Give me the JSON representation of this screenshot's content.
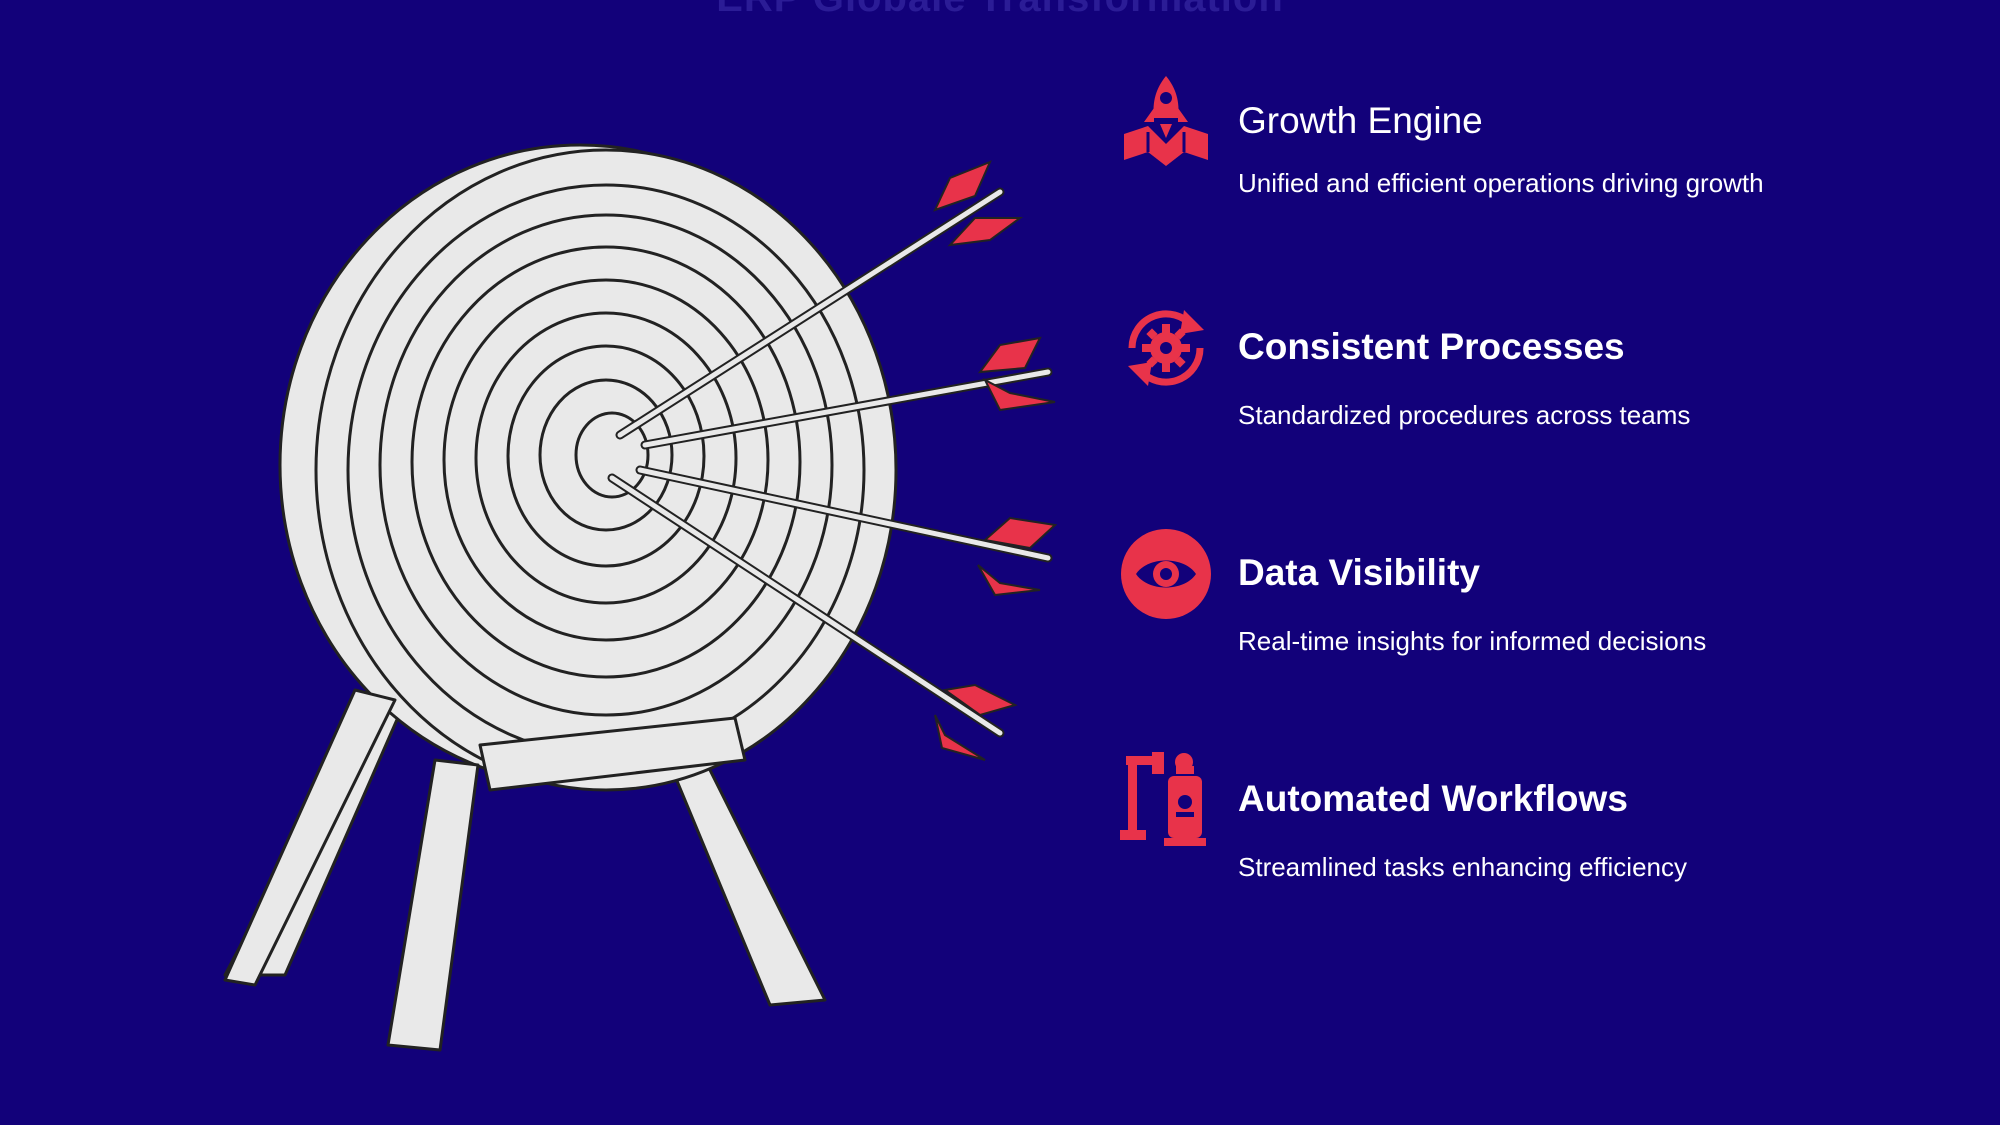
{
  "title": "ERP Globale Transformation",
  "colors": {
    "background": "#12017a",
    "accent": "#e8334a",
    "target_fill": "#e9e9e9",
    "outline": "#222222",
    "text": "#ffffff"
  },
  "items": [
    {
      "icon": "rocket-icon",
      "title": "Growth Engine",
      "description": "Unified and efficient operations driving growth"
    },
    {
      "icon": "gear-cycle-icon",
      "title": "Consistent Processes",
      "description": "Standardized procedures across teams"
    },
    {
      "icon": "eye-icon",
      "title": "Data Visibility",
      "description": "Real-time insights for informed decisions"
    },
    {
      "icon": "robot-arm-icon",
      "title": "Automated Workflows",
      "description": "Streamlined tasks enhancing efficiency"
    }
  ]
}
